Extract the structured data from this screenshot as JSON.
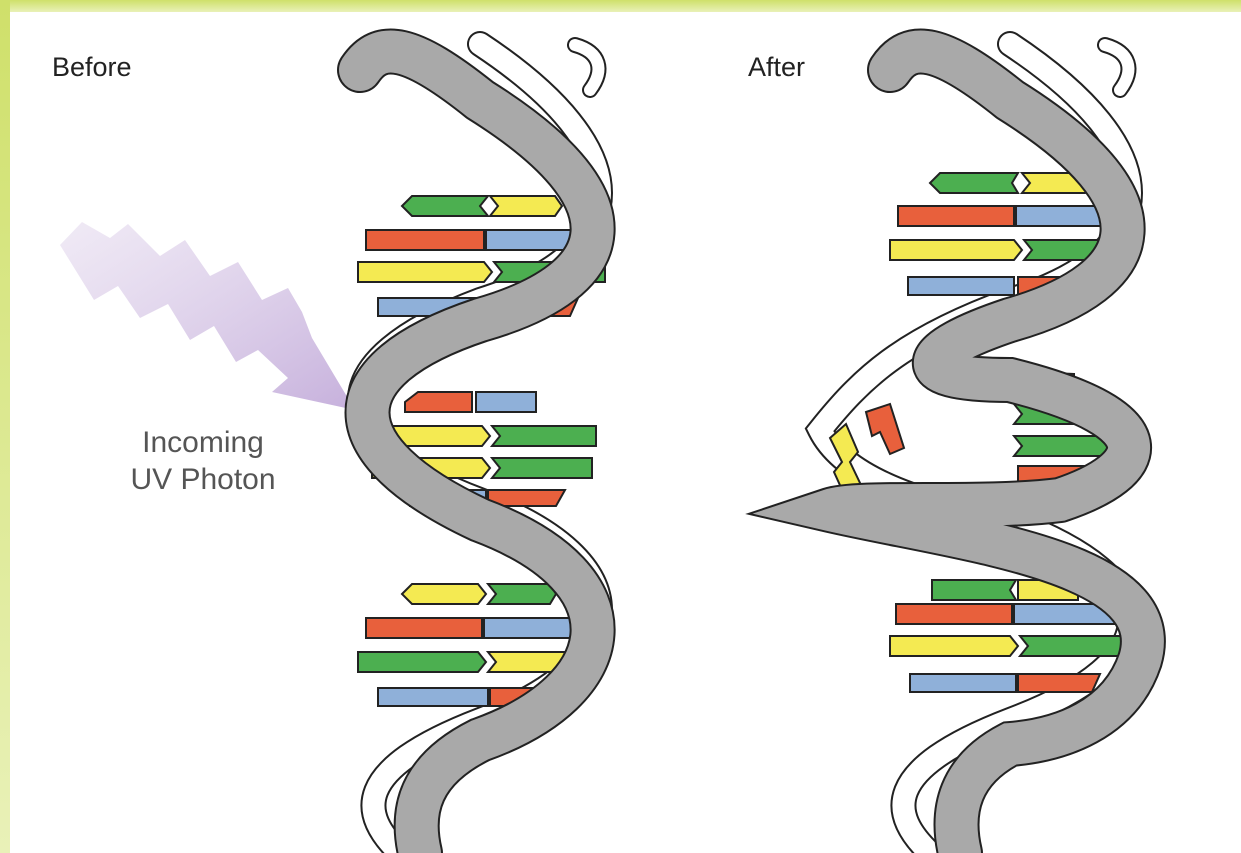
{
  "labels": {
    "before": "Before",
    "after": "After",
    "uv_line1": "Incoming",
    "uv_line2": "UV Photon"
  },
  "colors": {
    "frame_green": "#c4dc5e",
    "backbone_gray": "#a9a9a9",
    "outline": "#222222",
    "base_green": "#4caf50",
    "base_yellow": "#f4ea52",
    "base_red": "#e8603c",
    "base_blue": "#8fb0d9",
    "photon_purple": "#c9b6dc"
  },
  "icons": {
    "photon": "wavy-arrow-icon"
  }
}
